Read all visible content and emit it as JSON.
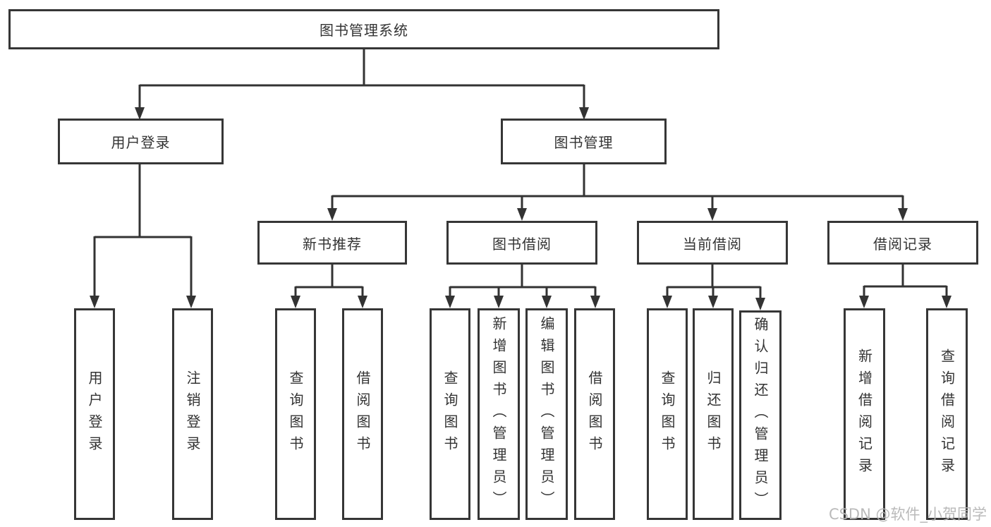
{
  "diagram": {
    "root": {
      "label": "图书管理系统"
    },
    "level2": [
      {
        "label": "用户登录",
        "children": [
          {
            "label": "用户登录"
          },
          {
            "label": "注销登录"
          }
        ]
      },
      {
        "label": "图书管理",
        "children": [
          {
            "label": "新书推荐",
            "children": [
              {
                "label": "查询图书"
              },
              {
                "label": "借阅图书"
              }
            ]
          },
          {
            "label": "图书借阅",
            "children": [
              {
                "label": "查询图书"
              },
              {
                "label": "新增图书（管理员）"
              },
              {
                "label": "编辑图书（管理员）"
              },
              {
                "label": "借阅图书"
              }
            ]
          },
          {
            "label": "当前借阅",
            "children": [
              {
                "label": "查询图书"
              },
              {
                "label": "归还图书"
              },
              {
                "label": "确认归还（管理员）"
              }
            ]
          },
          {
            "label": "借阅记录",
            "children": [
              {
                "label": "新增借阅记录"
              },
              {
                "label": "查询借阅记录"
              }
            ]
          }
        ]
      }
    ],
    "colors": {
      "line": "#333333",
      "box_border": "#363636",
      "text": "#333333",
      "background": "#ffffff",
      "watermark": "#b5b5b5"
    }
  },
  "watermark": {
    "text": "CSDN @软件_小贺同学"
  }
}
